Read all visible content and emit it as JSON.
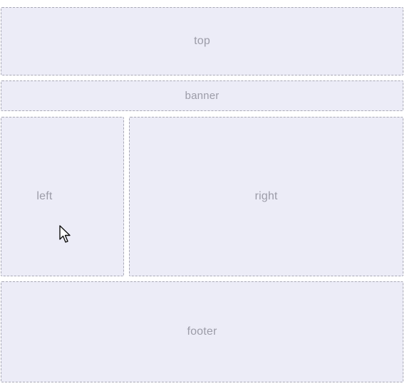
{
  "layout_blocks": {
    "top": {
      "label": "top"
    },
    "banner": {
      "label": "banner"
    },
    "left": {
      "label": "left"
    },
    "right": {
      "label": "right"
    },
    "footer": {
      "label": "footer"
    }
  },
  "cursor": {
    "icon": "mouse-pointer-icon"
  },
  "colors": {
    "block_background": "#ececf7",
    "block_border": "#a9a9b6",
    "label_text": "#9c9ca8"
  }
}
